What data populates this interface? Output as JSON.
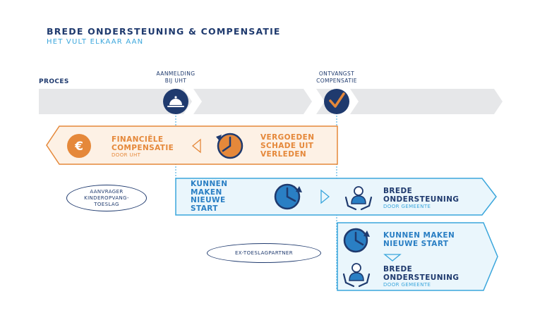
{
  "header": {
    "title": "Brede ondersteuning & compensatie",
    "subtitle": "Het vult elkaar aan"
  },
  "timeline": {
    "label": "Proces",
    "milestones": [
      {
        "label_line1": "Aanmelding",
        "label_line2": "bij UHT",
        "icon": "service-bell-icon"
      },
      {
        "label_line1": "Ontvangst",
        "label_line2": "compensatie",
        "icon": "checkmark-icon"
      }
    ]
  },
  "compensation_band": {
    "left_title_line1": "Financiële",
    "left_title_line2": "compensatie",
    "left_sub": "door UHT",
    "left_icon": "euro-coin-icon",
    "right_title_line1": "Vergoeden",
    "right_title_line2": "schade uit",
    "right_title_line3": "verleden",
    "right_icon": "clock-rewind-icon",
    "color": "#e5883a"
  },
  "support_band_1": {
    "group_label_line1": "Aanvrager",
    "group_label_line2": "kinderopvang-",
    "group_label_line3": "toeslag",
    "left_title_line1": "Kunnen",
    "left_title_line2": "maken",
    "left_title_line3": "nieuwe",
    "left_title_line4": "start",
    "left_icon": "clock-forward-icon",
    "right_title_line1": "Brede",
    "right_title_line2": "ondersteuning",
    "right_sub": "door gemeente",
    "right_icon": "person-hands-icon",
    "color": "#3aa6dc"
  },
  "support_band_2": {
    "group_label": "Ex-toeslagpartner",
    "top_title_line1": "Kunnen maken",
    "top_title_line2": "nieuwe start",
    "top_icon": "clock-forward-icon",
    "bottom_title_line1": "Brede",
    "bottom_title_line2": "ondersteuning",
    "bottom_sub": "door gemeente",
    "bottom_icon": "person-hands-icon"
  }
}
